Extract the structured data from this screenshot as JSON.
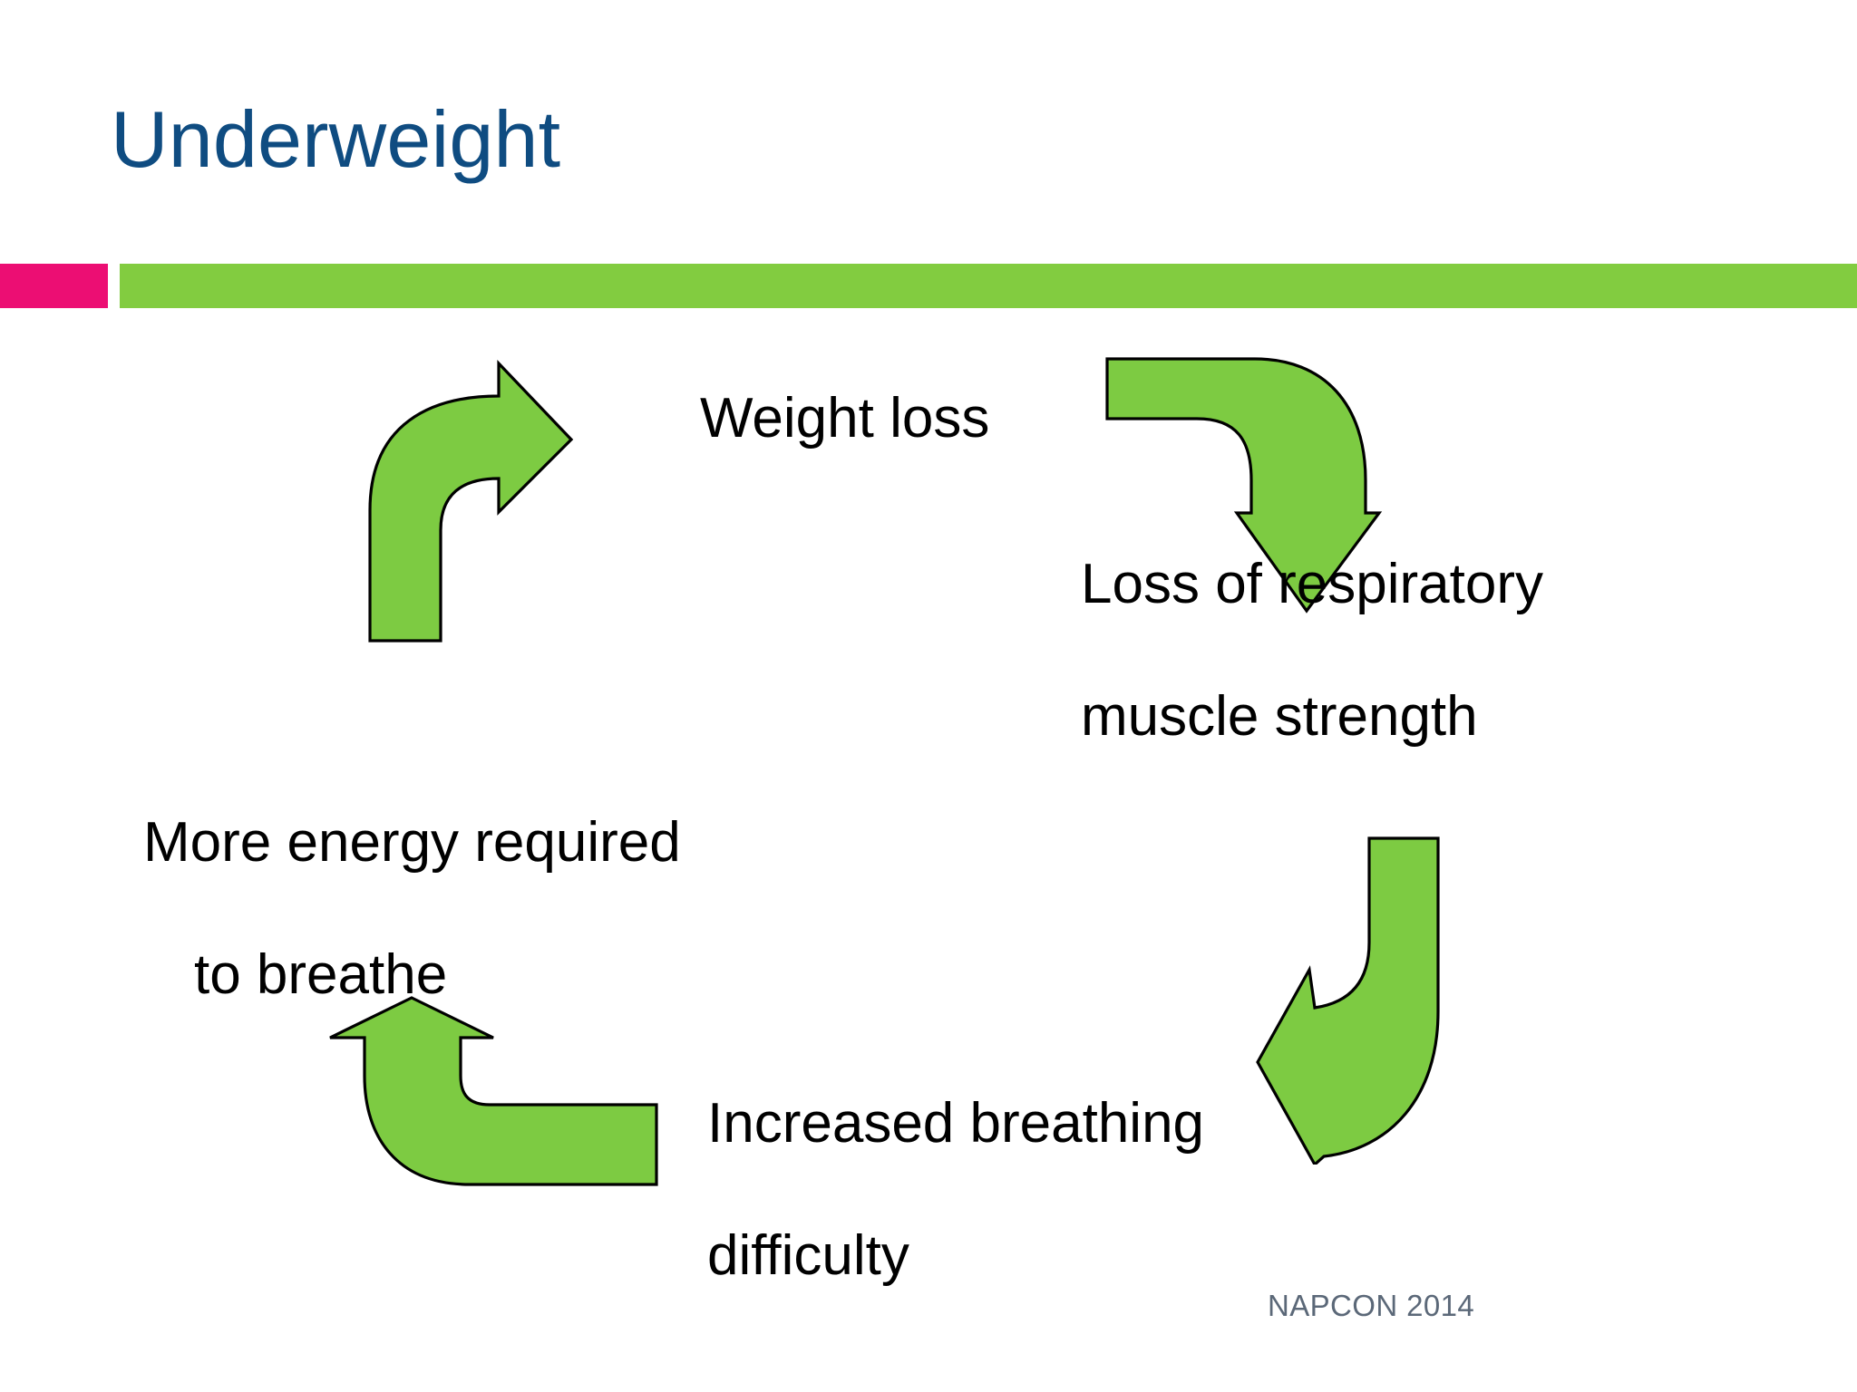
{
  "slide": {
    "title": "Underweight",
    "footer": "NAPCON 2014",
    "background_color": "#ffffff",
    "title_color": "#0f4c81",
    "footer_color": "#5b6878",
    "divider": {
      "accent_color": "#ec0e73",
      "bar_color": "#82cc40"
    }
  },
  "diagram": {
    "type": "cycle",
    "direction": "clockwise",
    "arrow_fill": "#7dcb42",
    "arrow_stroke": "#000000",
    "nodes": [
      {
        "id": "weight-loss",
        "label": "Weight loss",
        "line_1": "Weight loss",
        "line_2": "",
        "position": "top"
      },
      {
        "id": "muscle-loss",
        "label": "Loss of respiratory muscle strength",
        "line_1": "Loss of respiratory",
        "line_2": "muscle strength",
        "position": "right"
      },
      {
        "id": "breathing-difficulty",
        "label": "Increased breathing difficulty",
        "line_1": "Increased breathing",
        "line_2": "difficulty",
        "position": "bottom"
      },
      {
        "id": "more-energy",
        "label": "More energy required to breathe",
        "line_1": "More energy required",
        "line_2": "to breathe",
        "position": "left"
      }
    ],
    "arrows": [
      {
        "id": "arrow-weight-loss",
        "from": "more-energy",
        "to": "weight-loss",
        "icon": "bent-arrow-up-right"
      },
      {
        "id": "arrow-muscle-loss",
        "from": "weight-loss",
        "to": "muscle-loss",
        "icon": "bent-arrow-right-down"
      },
      {
        "id": "arrow-breathing-diff",
        "from": "muscle-loss",
        "to": "breathing-difficulty",
        "icon": "bent-arrow-down-left"
      },
      {
        "id": "arrow-more-energy",
        "from": "breathing-difficulty",
        "to": "more-energy",
        "icon": "bent-arrow-left-up"
      }
    ]
  }
}
